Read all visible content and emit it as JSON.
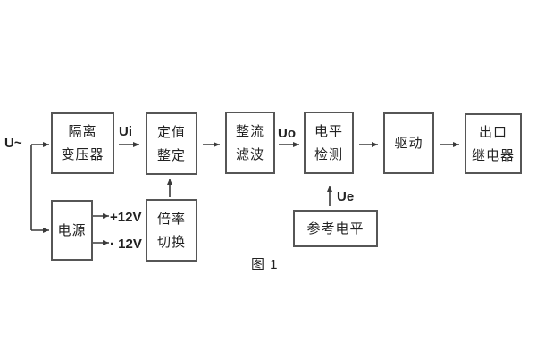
{
  "diagram": {
    "caption": "图 1",
    "input_label": "U~",
    "signal_labels": {
      "ui": "Ui",
      "uo": "Uo",
      "ue": "Ue"
    },
    "power_outputs": {
      "plus": "+12V",
      "minus": "· 12V"
    },
    "blocks": {
      "isolation_transformer": {
        "line1": "隔离",
        "line2": "变压器"
      },
      "setpoint_setting": {
        "line1": "定值",
        "line2": "整定"
      },
      "rectifier_filter": {
        "line1": "整流",
        "line2": "滤波"
      },
      "level_detection": {
        "line1": "电平",
        "line2": "检测"
      },
      "drive": {
        "line1": "驱动"
      },
      "output_relay": {
        "line1": "出口",
        "line2": "继电器"
      },
      "power_supply": {
        "line1": "电源"
      },
      "ratio_switch": {
        "line1": "倍率",
        "line2": "切换"
      },
      "reference_level": {
        "line1": "参考电平"
      }
    },
    "colors": {
      "line": "#3a3a3a",
      "border": "#565656",
      "text": "#222222",
      "background": "#ffffff"
    }
  }
}
